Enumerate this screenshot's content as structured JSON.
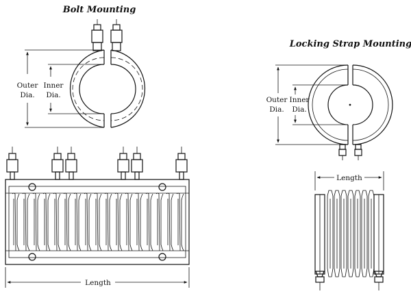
{
  "bolt": {
    "title": "Bolt Mounting",
    "outer_dia": [
      "Outer",
      "Dia."
    ],
    "inner_dia": [
      "Inner",
      "Dia."
    ],
    "length": "Length"
  },
  "strap": {
    "title": "Locking Strap Mounting",
    "outer_dia": [
      "Outer",
      "Dia."
    ],
    "inner_dia": [
      "Inner",
      "Dia."
    ],
    "length": "Length"
  },
  "colors": {
    "line": "#111111",
    "fill": "#ffffff",
    "terminal_shade": "#cfcfcf"
  }
}
